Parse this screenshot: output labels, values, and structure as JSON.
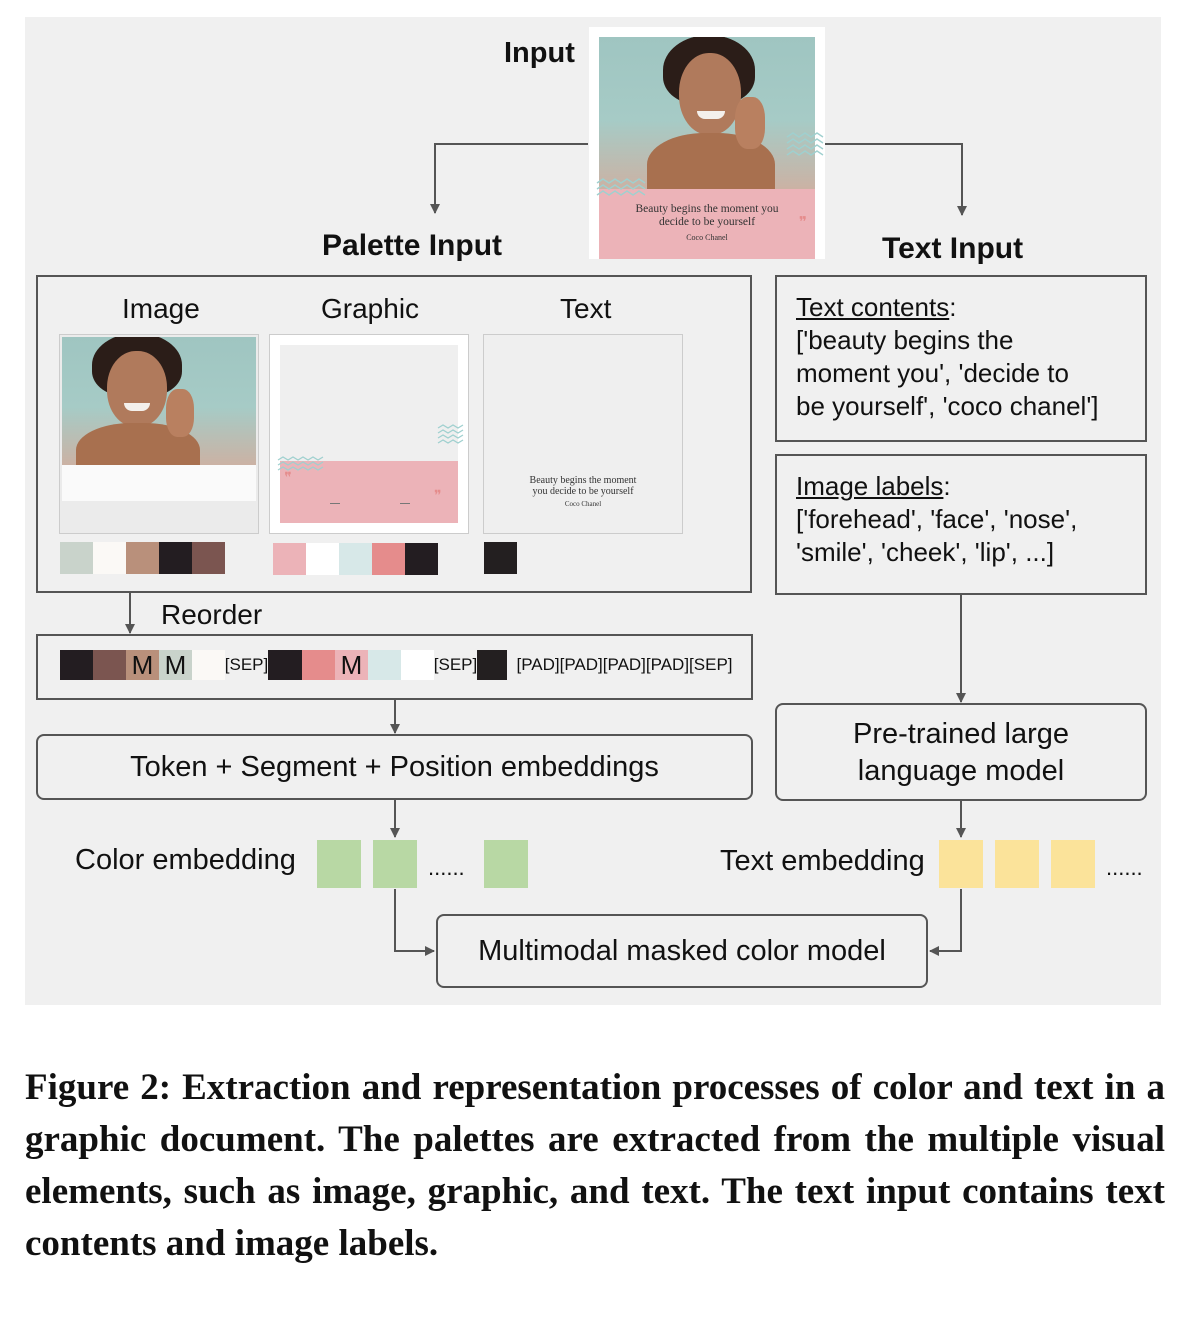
{
  "diagram": {
    "input_label": "Input",
    "poster": {
      "quote_line1": "Beauty begins the moment you",
      "quote_line2": "decide to be yourself",
      "author": "Coco Chanel",
      "quote_mark": "❞"
    },
    "palette_input_label": "Palette Input",
    "text_input_label": "Text Input",
    "columns": {
      "image": "Image",
      "graphic": "Graphic",
      "text": "Text"
    },
    "text_panel": {
      "quote_line1": "Beauty begins the moment",
      "quote_line2": "you decide to be yourself",
      "author": "Coco Chanel"
    },
    "palettes": {
      "image": [
        "#c9d3cb",
        "#fbf9f6",
        "#b9907b",
        "#231d21",
        "#7b5550"
      ],
      "graphic": [
        "#ecb3b8",
        "#ffffff",
        "#d7e8e8",
        "#e58c8c",
        "#231d21"
      ],
      "text": [
        "#231f20"
      ]
    },
    "reorder_label": "Reorder",
    "sequence": {
      "tokens": [
        {
          "color": "#231d21",
          "text": ""
        },
        {
          "color": "#7b5550",
          "text": ""
        },
        {
          "color": "#b9907b",
          "text": "M"
        },
        {
          "color": "#c9d3cb",
          "text": "M"
        },
        {
          "color": "#fbf9f6",
          "text": ""
        },
        {
          "color": "",
          "text": "[SEP]"
        },
        {
          "color": "#231d21",
          "text": ""
        },
        {
          "color": "#e58c8c",
          "text": ""
        },
        {
          "color": "#ecb3b8",
          "text": "M"
        },
        {
          "color": "#d7e8e8",
          "text": ""
        },
        {
          "color": "#ffffff",
          "text": ""
        },
        {
          "color": "",
          "text": "[SEP]"
        },
        {
          "color": "#231f20",
          "text": ""
        },
        {
          "color": "",
          "text": "[PAD][PAD][PAD][PAD][SEP]"
        }
      ]
    },
    "text_contents": {
      "heading": "Text contents",
      "lines": [
        "['beauty begins the",
        "moment you', 'decide to",
        "be yourself', 'coco chanel']"
      ]
    },
    "image_labels": {
      "heading": "Image labels",
      "lines": [
        "['forehead', 'face', 'nose',",
        "'smile', 'cheek', 'lip', ...]"
      ]
    },
    "embeddings_box": "Token + Segment + Position embeddings",
    "llm_box": {
      "line1": "Pre-trained large",
      "line2": "language model"
    },
    "color_embedding": {
      "label": "Color embedding",
      "ellipsis": "......",
      "color": "#b8d8a4"
    },
    "text_embedding": {
      "label": "Text embedding",
      "ellipsis": "......",
      "color": "#fbe39a"
    },
    "model_box": "Multimodal masked color model"
  },
  "caption": "Figure 2: Extraction and representation processes of color and text in a graphic document. The palettes are extracted from the multiple visual elements, such as image, graphic, and text. The text input contains text contents and image labels."
}
